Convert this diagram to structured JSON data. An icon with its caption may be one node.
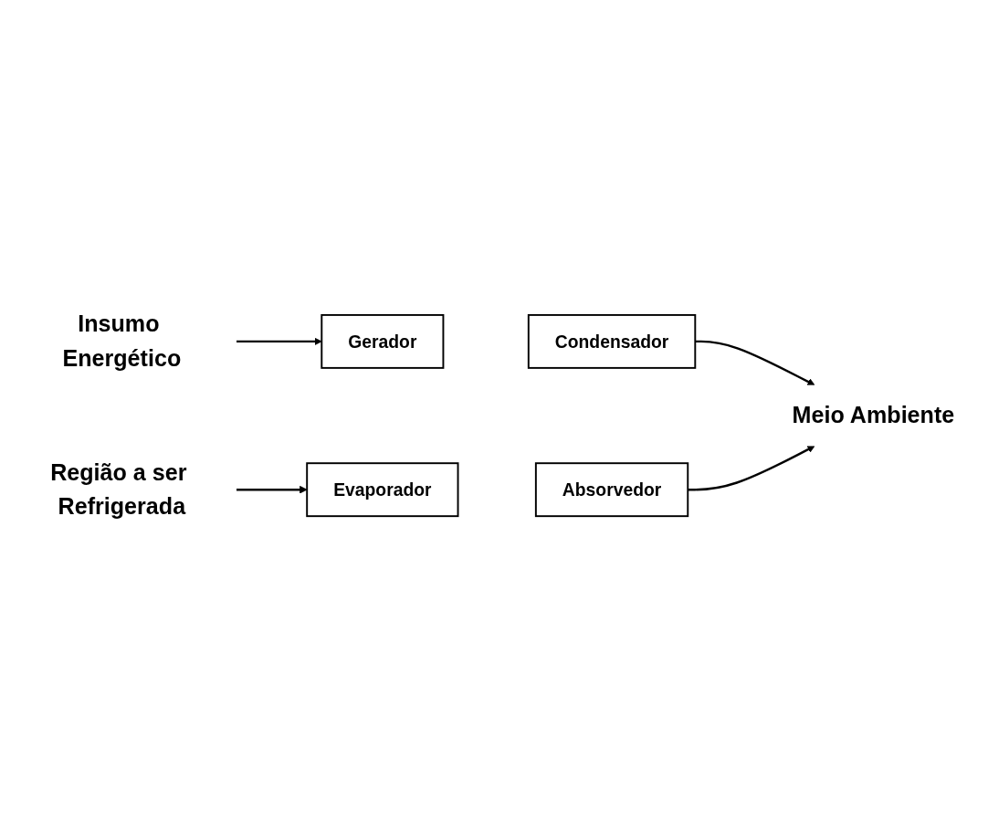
{
  "diagram": {
    "nodes": [
      {
        "text": [
          "Insumo Energético"
        ]
      },
      {
        "text": [
          "Gerador"
        ]
      },
      {
        "text": [
          "Condensador"
        ]
      },
      {
        "text": [
          "Meio Ambiente"
        ]
      },
      {
        "text": [
          "Absorvedor"
        ]
      },
      {
        "text": [
          "Evaporador"
        ]
      },
      {
        "text": [
          "Região a ser Refrigerada"
        ]
      }
    ],
    "edges": [
      {
        "from": 0,
        "to": 1,
        "arrow": "to"
      },
      {
        "from": 2,
        "to": 3,
        "arrow": "to"
      },
      {
        "from": 4,
        "to": 3,
        "arrow": "to"
      },
      {
        "from": 6,
        "to": 5,
        "arrow": "to"
      }
    ]
  }
}
